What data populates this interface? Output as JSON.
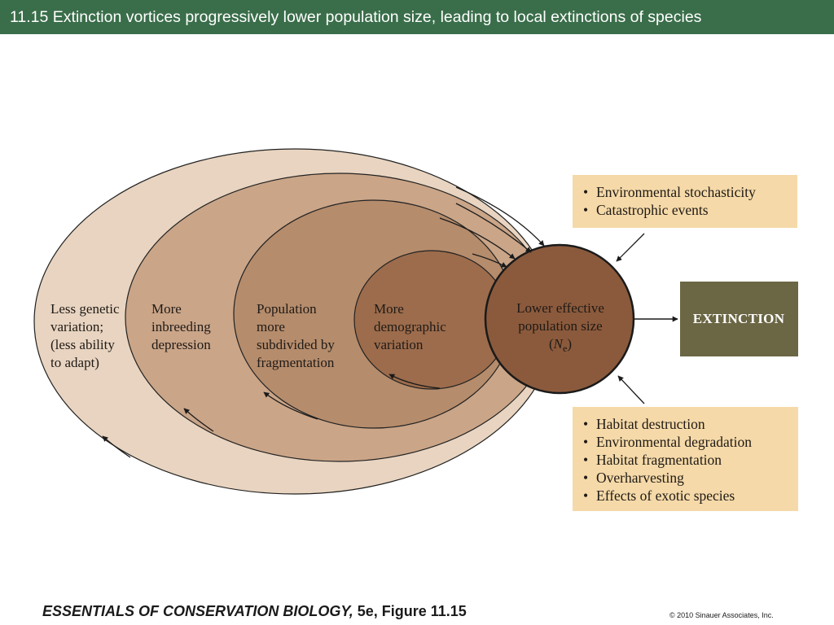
{
  "slide": {
    "title": "11.15  Extinction vortices progressively lower population size, leading to local extinctions of species"
  },
  "diagram": {
    "rings": [
      {
        "lines": [
          "Less genetic",
          "variation;",
          "(less ability",
          "to adapt)"
        ]
      },
      {
        "lines": [
          "More",
          "inbreeding",
          "depression"
        ]
      },
      {
        "lines": [
          "Population",
          "more",
          "subdivided by",
          "fragmentation"
        ]
      },
      {
        "lines": [
          "More",
          "demographic",
          "variation"
        ]
      }
    ],
    "core": {
      "line1": "Lower effective",
      "line2": "population size",
      "ne_open": "(",
      "ne_symbol": "N",
      "ne_subscript": "e",
      "ne_close": ")"
    },
    "extinction_label": "EXTINCTION",
    "top_box": {
      "items": [
        "Environmental stochasticity",
        "Catastrophic events"
      ]
    },
    "bottom_box": {
      "items": [
        "Habitat destruction",
        "Environmental degradation",
        "Habitat fragmentation",
        "Overharvesting",
        "Effects of exotic species"
      ]
    },
    "bullet": "•",
    "colors": {
      "ring1": "#e8d4c0",
      "ring2": "#caa588",
      "ring3": "#b58c6c",
      "ring4": "#9c6c4c",
      "core": "#8b5a3c",
      "extinction_box": "#6b6644",
      "factor_box": "#f5d9a8",
      "title_bar": "#3a6e4a"
    }
  },
  "footer": {
    "book_title": "ESSENTIALS OF CONSERVATION BIOLOGY,",
    "edition": " 5e, Figure 11.15",
    "copyright": "© 2010 Sinauer Associates, Inc."
  }
}
